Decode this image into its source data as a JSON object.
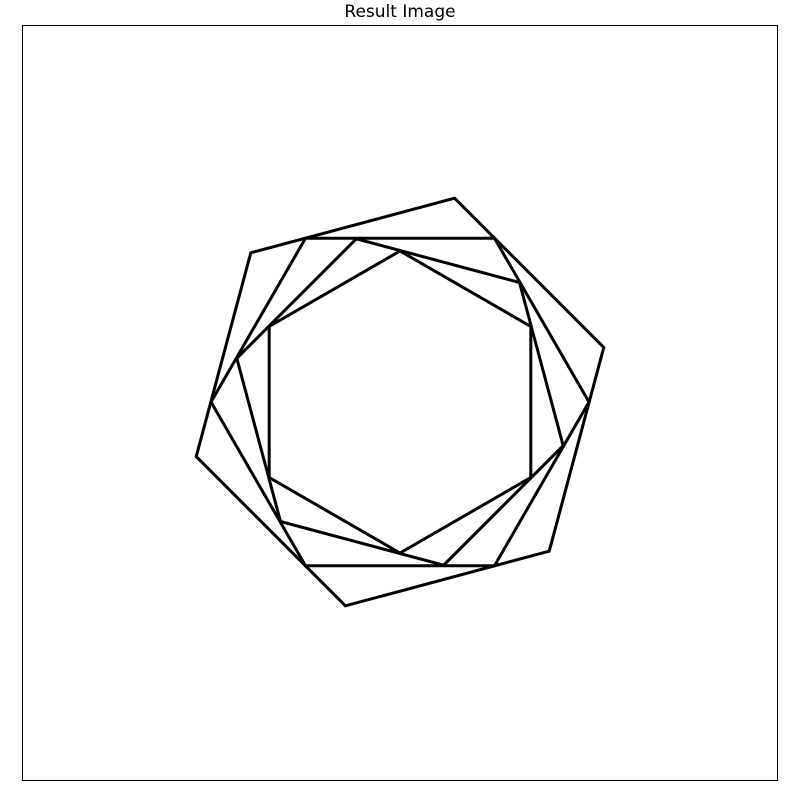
{
  "title": "Result Image",
  "colors": {
    "background": "#ffffff",
    "stroke": "#000000",
    "frame": "#000000"
  },
  "shape": {
    "sides": 6,
    "rotation_step_deg": 15,
    "count": 4
  }
}
